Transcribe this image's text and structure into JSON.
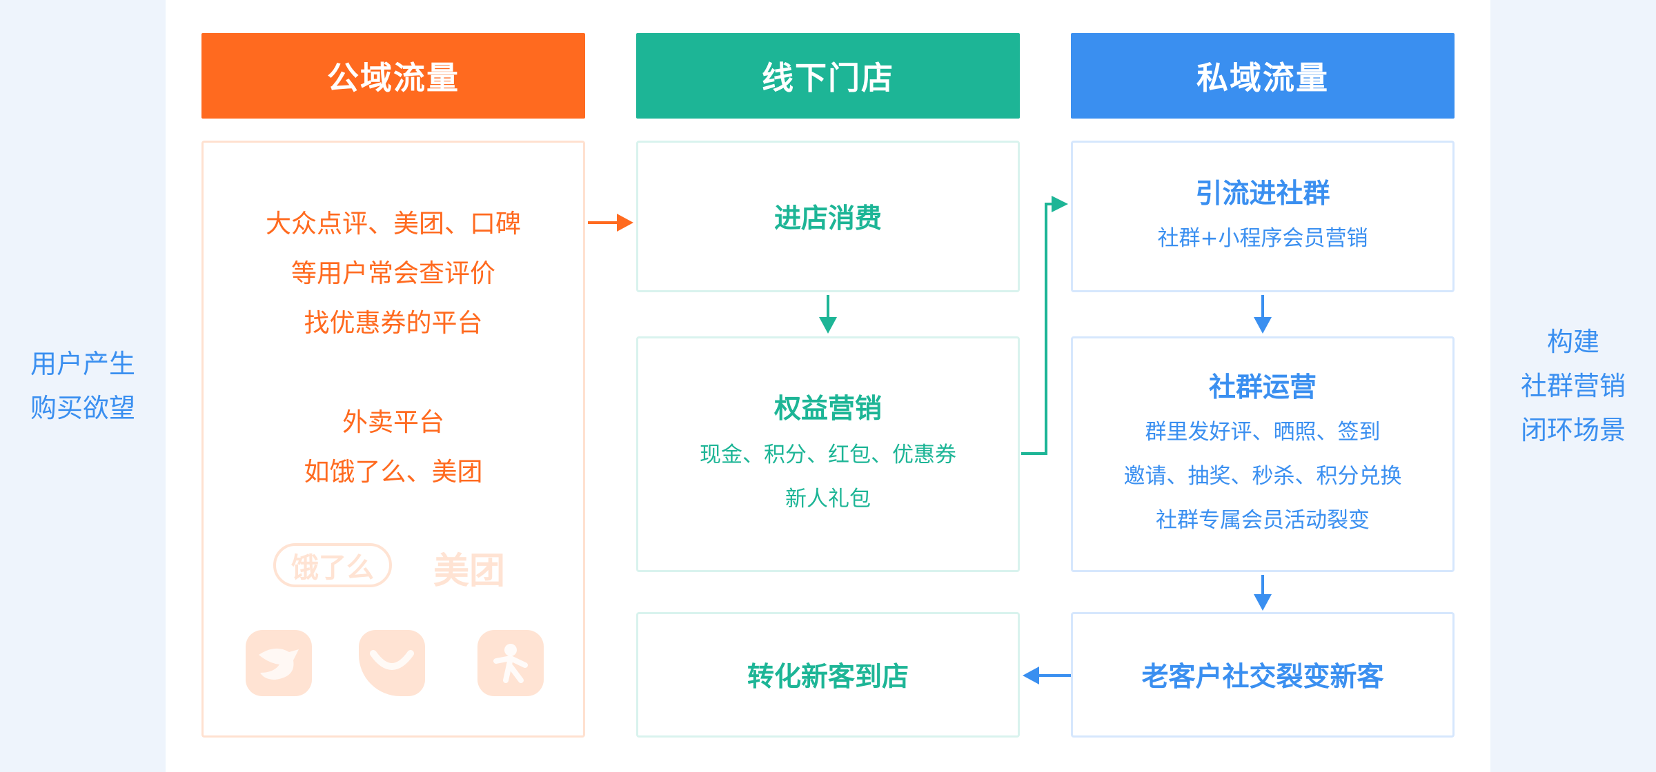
{
  "left_panel": {
    "lines": [
      "用户产生",
      "购买欲望"
    ]
  },
  "right_panel": {
    "lines": [
      "构建",
      "社群营销",
      "闭环场景"
    ]
  },
  "columns": {
    "public": {
      "header": "公域流量",
      "color": "#ff6a1f",
      "text_lines": [
        "大众点评、美团、口碑",
        "等用户常会查评价",
        "找优惠券的平台"
      ],
      "text_lines_2": [
        "外卖平台",
        "如饿了么、美团"
      ],
      "logos": {
        "eleme": "饿了么",
        "meituan": "美团"
      },
      "app_icons": [
        "rabbit-app-icon",
        "smile-app-icon",
        "runner-app-icon"
      ]
    },
    "offline": {
      "header": "线下门店",
      "color": "#1db596",
      "box1": {
        "title": "进店消费"
      },
      "box2": {
        "title": "权益营销",
        "sub": [
          "现金、积分、红包、优惠券",
          "新人礼包"
        ]
      },
      "box3": {
        "title": "转化新客到店"
      }
    },
    "private": {
      "header": "私域流量",
      "color": "#3a8ff0",
      "box1": {
        "title": "引流进社群",
        "sub": [
          "社群+小程序会员营销"
        ]
      },
      "box2": {
        "title": "社群运营",
        "sub": [
          "群里发好评、晒照、签到",
          "邀请、抽奖、秒杀、积分兑换",
          "社群专属会员活动裂变"
        ]
      },
      "box3": {
        "title": "老客户社交裂变新客"
      }
    }
  }
}
